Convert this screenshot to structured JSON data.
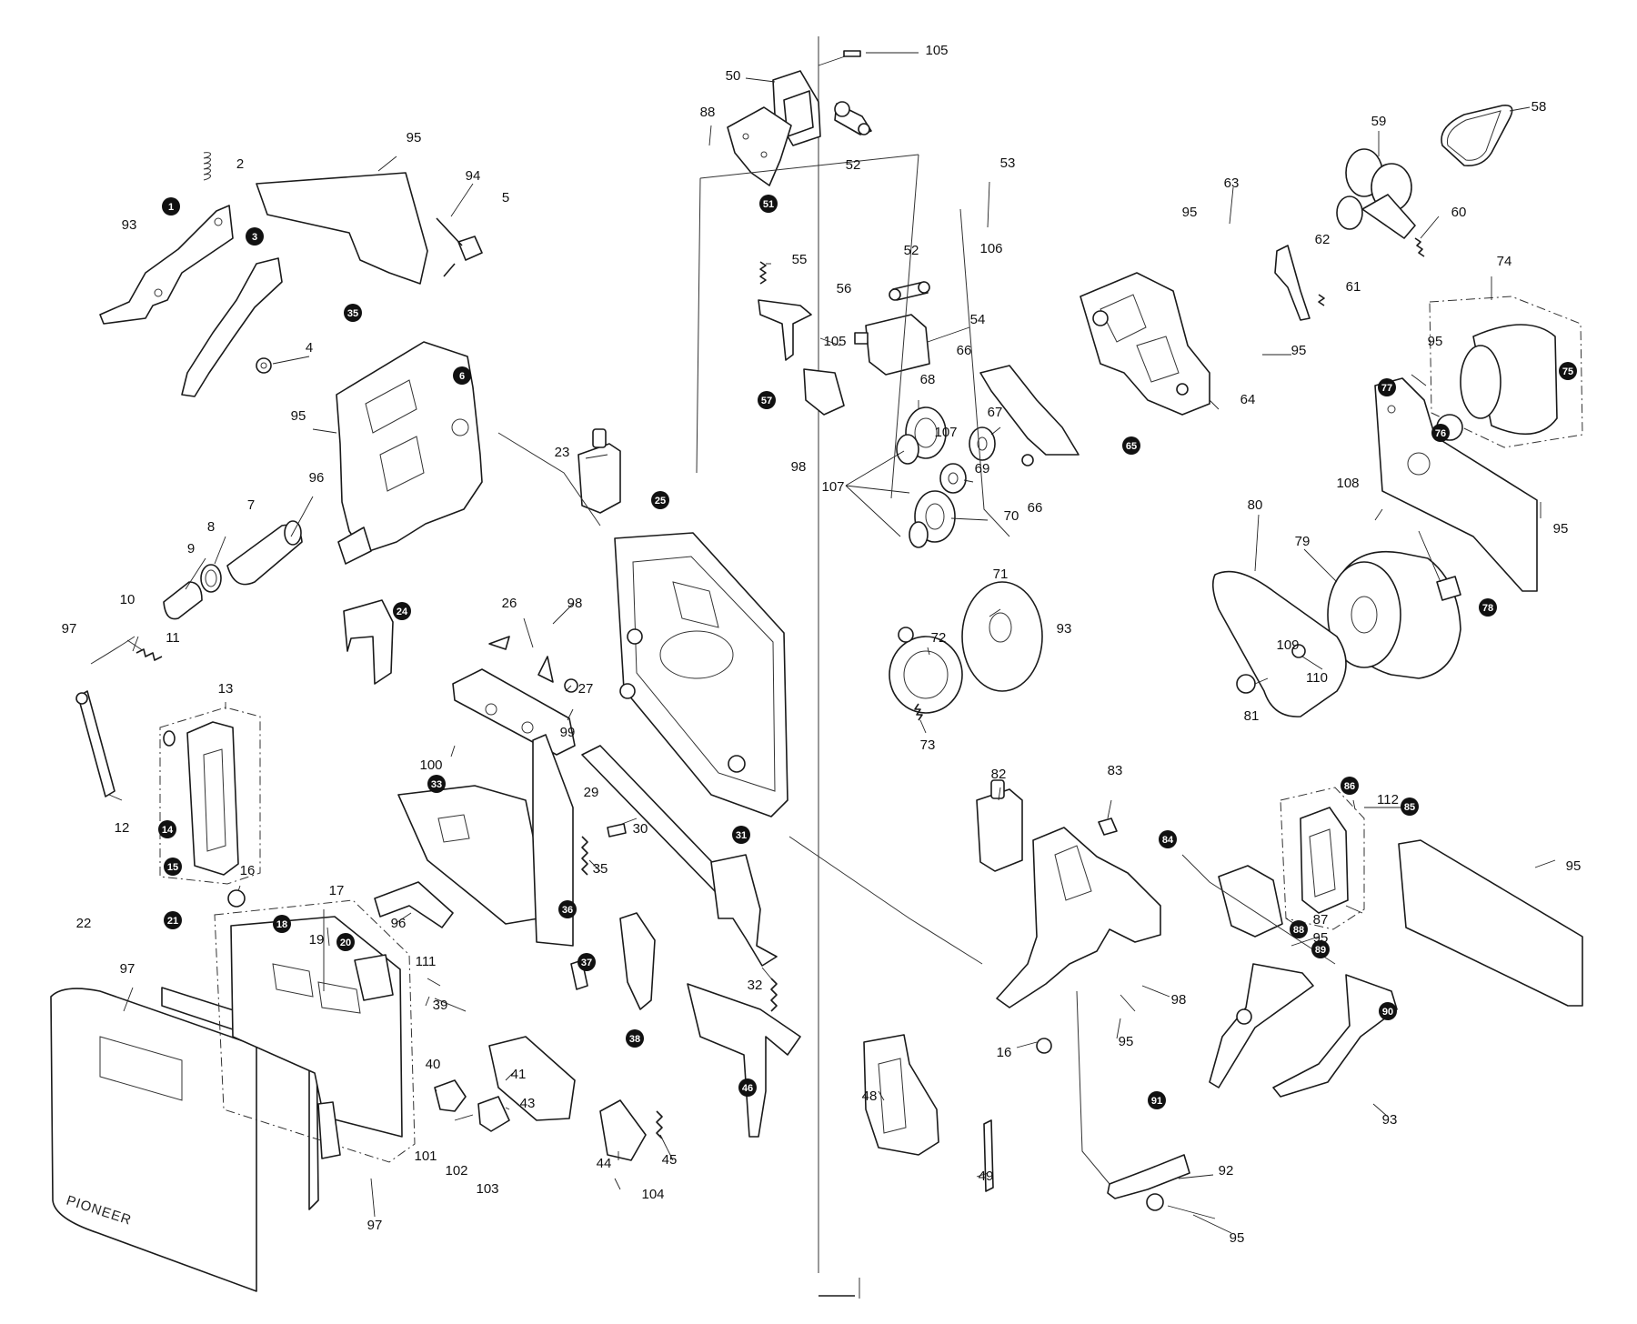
{
  "brand_text": "PIONEER",
  "labels": [
    {
      "id": "p105a",
      "text": "105"
    },
    {
      "id": "p50",
      "text": "50"
    },
    {
      "id": "p88a",
      "text": "88"
    },
    {
      "id": "p52a",
      "text": "52"
    },
    {
      "id": "p51",
      "text": "51",
      "filled": true
    },
    {
      "id": "p58",
      "text": "58"
    },
    {
      "id": "p59",
      "text": "59"
    },
    {
      "id": "p60",
      "text": "60"
    },
    {
      "id": "p53",
      "text": "53"
    },
    {
      "id": "p95a",
      "text": "95"
    },
    {
      "id": "p63",
      "text": "63"
    },
    {
      "id": "p62",
      "text": "62"
    },
    {
      "id": "p61",
      "text": "61"
    },
    {
      "id": "p74",
      "text": "74"
    },
    {
      "id": "p2",
      "text": "2"
    },
    {
      "id": "p95b",
      "text": "95"
    },
    {
      "id": "p1",
      "text": "1",
      "filled": true
    },
    {
      "id": "p93a",
      "text": "93"
    },
    {
      "id": "p94",
      "text": "94"
    },
    {
      "id": "p5",
      "text": "5"
    },
    {
      "id": "p3",
      "text": "3",
      "filled": true
    },
    {
      "id": "p35",
      "text": "35",
      "filled": true
    },
    {
      "id": "p4",
      "text": "4"
    },
    {
      "id": "p55",
      "text": "55"
    },
    {
      "id": "p56",
      "text": "56"
    },
    {
      "id": "p52b",
      "text": "52"
    },
    {
      "id": "p106",
      "text": "106"
    },
    {
      "id": "p54",
      "text": "54"
    },
    {
      "id": "p105b",
      "text": "105"
    },
    {
      "id": "p66a",
      "text": "66"
    },
    {
      "id": "p95c",
      "text": "95"
    },
    {
      "id": "p64",
      "text": "64"
    },
    {
      "id": "p95d",
      "text": "95"
    },
    {
      "id": "p77",
      "text": "77",
      "filled": true
    },
    {
      "id": "p75",
      "text": "75",
      "filled": true
    },
    {
      "id": "p76",
      "text": "76",
      "filled": true
    },
    {
      "id": "p6",
      "text": "6",
      "filled": true
    },
    {
      "id": "p95e",
      "text": "95"
    },
    {
      "id": "p57",
      "text": "57",
      "filled": true
    },
    {
      "id": "p68",
      "text": "68"
    },
    {
      "id": "p67",
      "text": "67"
    },
    {
      "id": "p107a",
      "text": "107"
    },
    {
      "id": "p69",
      "text": "69"
    },
    {
      "id": "p65",
      "text": "65",
      "filled": true
    },
    {
      "id": "p98a",
      "text": "98"
    },
    {
      "id": "p23",
      "text": "23"
    },
    {
      "id": "p25",
      "text": "25",
      "filled": true
    },
    {
      "id": "p107b",
      "text": "107"
    },
    {
      "id": "p66b",
      "text": "66"
    },
    {
      "id": "p70",
      "text": "70"
    },
    {
      "id": "p108",
      "text": "108"
    },
    {
      "id": "p95f",
      "text": "95"
    },
    {
      "id": "p96a",
      "text": "96"
    },
    {
      "id": "p7",
      "text": "7"
    },
    {
      "id": "p8",
      "text": "8"
    },
    {
      "id": "p9",
      "text": "9"
    },
    {
      "id": "p80",
      "text": "80"
    },
    {
      "id": "p79",
      "text": "79"
    },
    {
      "id": "p78",
      "text": "78",
      "filled": true
    },
    {
      "id": "p71",
      "text": "71"
    },
    {
      "id": "p24",
      "text": "24",
      "filled": true
    },
    {
      "id": "p26",
      "text": "26"
    },
    {
      "id": "p98b",
      "text": "98"
    },
    {
      "id": "p93b",
      "text": "93"
    },
    {
      "id": "p72",
      "text": "72"
    },
    {
      "id": "p10",
      "text": "10"
    },
    {
      "id": "p97a",
      "text": "97"
    },
    {
      "id": "p11",
      "text": "11"
    },
    {
      "id": "p27",
      "text": "27"
    },
    {
      "id": "p109",
      "text": "109"
    },
    {
      "id": "p110",
      "text": "110"
    },
    {
      "id": "p99",
      "text": "99"
    },
    {
      "id": "p81",
      "text": "81"
    },
    {
      "id": "p13",
      "text": "13"
    },
    {
      "id": "p73",
      "text": "73"
    },
    {
      "id": "p100",
      "text": "100"
    },
    {
      "id": "p33",
      "text": "33",
      "filled": true
    },
    {
      "id": "p14",
      "text": "14",
      "filled": true
    },
    {
      "id": "p12",
      "text": "12"
    },
    {
      "id": "p29",
      "text": "29"
    },
    {
      "id": "p30",
      "text": "30"
    },
    {
      "id": "p82",
      "text": "82"
    },
    {
      "id": "p83",
      "text": "83"
    },
    {
      "id": "p86",
      "text": "86",
      "filled": true
    },
    {
      "id": "p112",
      "text": "112"
    },
    {
      "id": "p85",
      "text": "85",
      "filled": true
    },
    {
      "id": "p31",
      "text": "31",
      "filled": true
    },
    {
      "id": "p15",
      "text": "15",
      "filled": true
    },
    {
      "id": "p16a",
      "text": "16"
    },
    {
      "id": "p84",
      "text": "84",
      "filled": true
    },
    {
      "id": "p95g",
      "text": "95"
    },
    {
      "id": "p17",
      "text": "17"
    },
    {
      "id": "p35b",
      "text": "35"
    },
    {
      "id": "p36",
      "text": "36",
      "filled": true
    },
    {
      "id": "p87",
      "text": "87"
    },
    {
      "id": "p96b",
      "text": "96"
    },
    {
      "id": "p88b",
      "text": "88",
      "filled": true
    },
    {
      "id": "p95h",
      "text": "95"
    },
    {
      "id": "p22",
      "text": "22"
    },
    {
      "id": "p21",
      "text": "21",
      "filled": true
    },
    {
      "id": "p18",
      "text": "18",
      "filled": true
    },
    {
      "id": "p97b",
      "text": "97"
    },
    {
      "id": "p19",
      "text": "19"
    },
    {
      "id": "p20",
      "text": "20",
      "filled": true
    },
    {
      "id": "p111",
      "text": "111"
    },
    {
      "id": "p37",
      "text": "37",
      "filled": true
    },
    {
      "id": "p89",
      "text": "89",
      "filled": true
    },
    {
      "id": "p32",
      "text": "32"
    },
    {
      "id": "p98c",
      "text": "98"
    },
    {
      "id": "p39",
      "text": "39"
    },
    {
      "id": "p38",
      "text": "38",
      "filled": true
    },
    {
      "id": "p90",
      "text": "90",
      "filled": true
    },
    {
      "id": "p16b",
      "text": "16"
    },
    {
      "id": "p95i",
      "text": "95"
    },
    {
      "id": "p46",
      "text": "46",
      "filled": true
    },
    {
      "id": "p40",
      "text": "40"
    },
    {
      "id": "p41",
      "text": "41"
    },
    {
      "id": "p43",
      "text": "43"
    },
    {
      "id": "p48",
      "text": "48"
    },
    {
      "id": "p93c",
      "text": "93"
    },
    {
      "id": "p101",
      "text": "101"
    },
    {
      "id": "p45",
      "text": "45"
    },
    {
      "id": "p44",
      "text": "44"
    },
    {
      "id": "p102",
      "text": "102"
    },
    {
      "id": "p103",
      "text": "103"
    },
    {
      "id": "p49",
      "text": "49"
    },
    {
      "id": "p91",
      "text": "91",
      "filled": true
    },
    {
      "id": "p92",
      "text": "92"
    },
    {
      "id": "p104",
      "text": "104"
    },
    {
      "id": "p97c",
      "text": "97"
    },
    {
      "id": "p95j",
      "text": "95"
    }
  ]
}
